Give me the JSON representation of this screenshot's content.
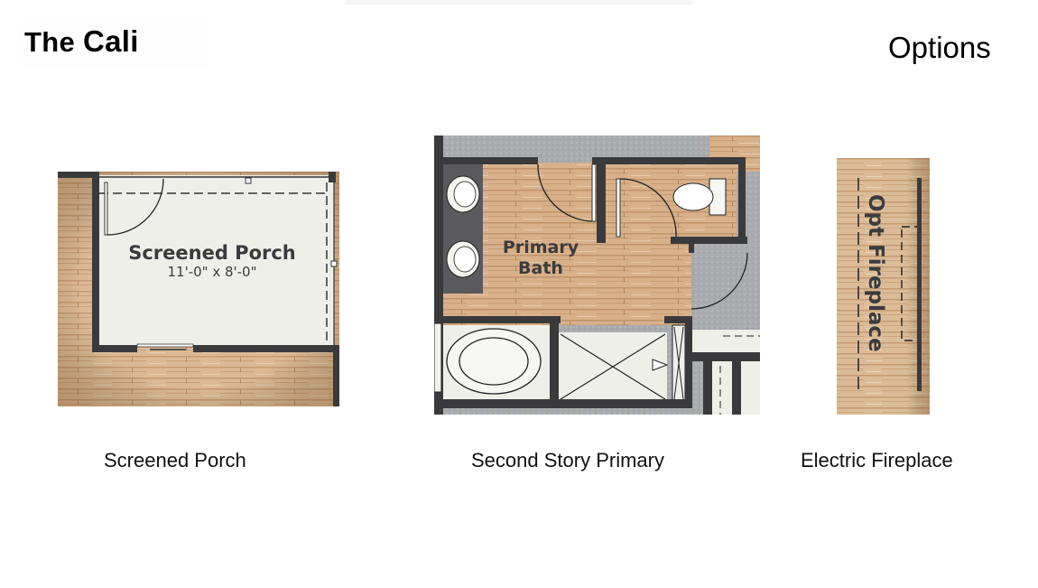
{
  "header": {
    "brand_prefix": "The",
    "brand_name": "Cali",
    "page_title": "Options"
  },
  "options": [
    {
      "caption": "Screened Porch",
      "plan_label": "Screened Porch",
      "plan_dimensions": "11'-0\" x 8'-0\""
    },
    {
      "caption": "Second Story Primary",
      "plan_label_line1": "Primary",
      "plan_label_line2": "Bath"
    },
    {
      "caption": "Electric Fireplace",
      "plan_label": "Opt Fireplace"
    }
  ],
  "colors": {
    "wood": "#d9b48e",
    "wall": "#3a3a3c",
    "tile": "#efefea",
    "concrete": "#a9abae",
    "countertop": "#5a5a5c"
  }
}
